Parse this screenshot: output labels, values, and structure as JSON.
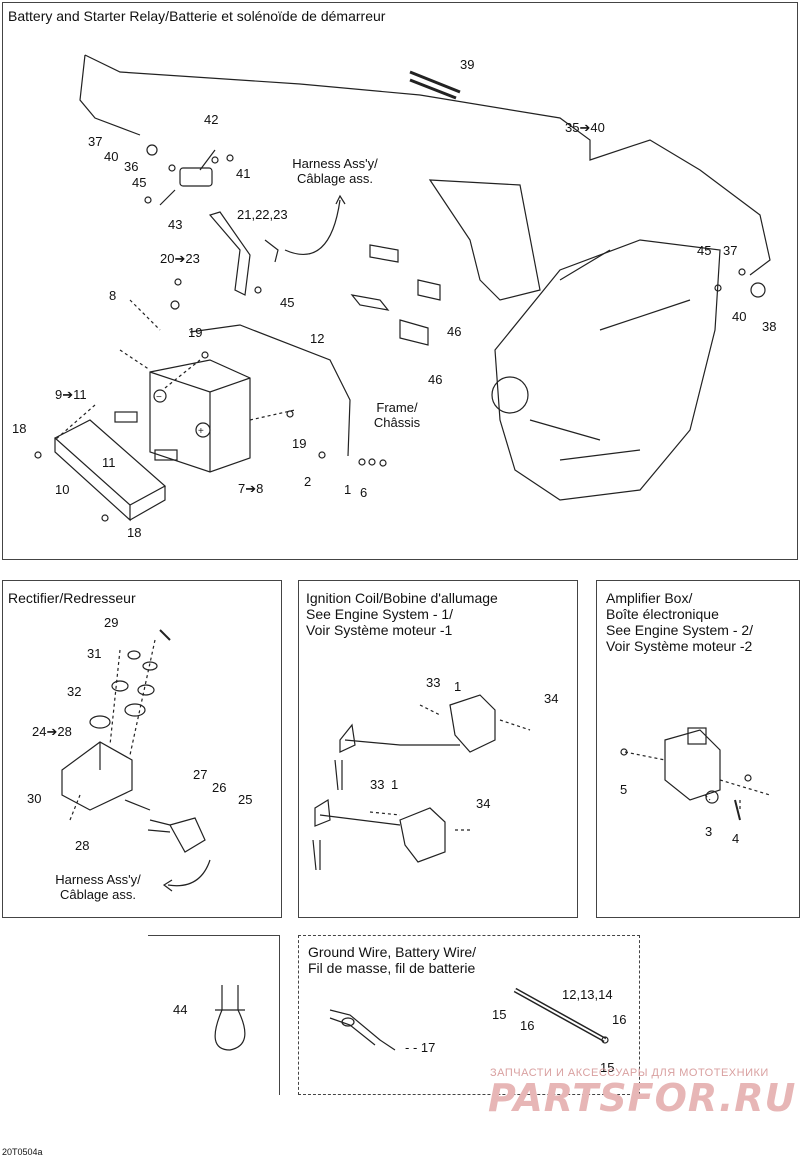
{
  "panels": {
    "battery": {
      "title": "Battery and Starter Relay/Batterie et solénoïde de démarreur",
      "harness_note_1": "Harness Ass'y/",
      "harness_note_2": "Câblage ass.",
      "frame_note_1": "Frame/",
      "frame_note_2": "Châssis",
      "callouts": {
        "c39": "39",
        "c35_40": "35➔40",
        "c37a": "37",
        "c40a": "40",
        "c36": "36",
        "c45a": "45",
        "c42": "42",
        "c41": "41",
        "c43": "43",
        "c21_23": "21,22,23",
        "c20_23": "20➔23",
        "c45b": "45",
        "c45c": "45",
        "c37b": "37",
        "c40b": "40",
        "c38": "38",
        "c8": "8",
        "c19a": "19",
        "c12": "12",
        "c46a": "46",
        "c46b": "46",
        "c9_11": "9➔11",
        "c18a": "18",
        "c11": "11",
        "c10": "10",
        "c7_8": "7➔8",
        "c19b": "19",
        "c2": "2",
        "c1": "1",
        "c6": "6",
        "c18b": "18"
      }
    },
    "rectifier": {
      "title": "Rectifier/Redresseur",
      "harness_note_1": "Harness Ass'y/",
      "harness_note_2": "Câblage ass.",
      "callouts": {
        "c29": "29",
        "c31": "31",
        "c32": "32",
        "c24_28": "24➔28",
        "c27": "27",
        "c26": "26",
        "c25": "25",
        "c30": "30",
        "c28": "28"
      }
    },
    "ignition": {
      "title": "Ignition Coil/Bobine d'allumage",
      "see_1": "See Engine System - 1/",
      "see_2": "Voir Système moteur -1",
      "callouts": {
        "c33a": "33",
        "c1a": "1",
        "c34a": "34",
        "c33b": "33",
        "c1b": "1",
        "c34b": "34"
      }
    },
    "amplifier": {
      "title_1": "Amplifier Box/",
      "title_2": "Boîte électronique",
      "see_1": "See Engine System - 2/",
      "see_2": "Voir Système moteur -2",
      "callouts": {
        "c5": "5",
        "c3": "3",
        "c4": "4"
      }
    },
    "tie": {
      "callouts": {
        "c44": "44"
      }
    },
    "ground": {
      "title_1": "Ground Wire, Battery Wire/",
      "title_2": "Fil de masse, fil de batterie",
      "callouts": {
        "c12_14": "12,13,14",
        "c15a": "15",
        "c16a": "16",
        "c16b": "16",
        "c15b": "15",
        "c17": "- - 17"
      }
    }
  },
  "watermark": {
    "line1": "ЗАПЧАСТИ И АКСЕССУАРЫ ДЛЯ МОТОТЕХНИКИ",
    "line2": "PARTSFOR.RU"
  },
  "ref_code": "20T0504a"
}
